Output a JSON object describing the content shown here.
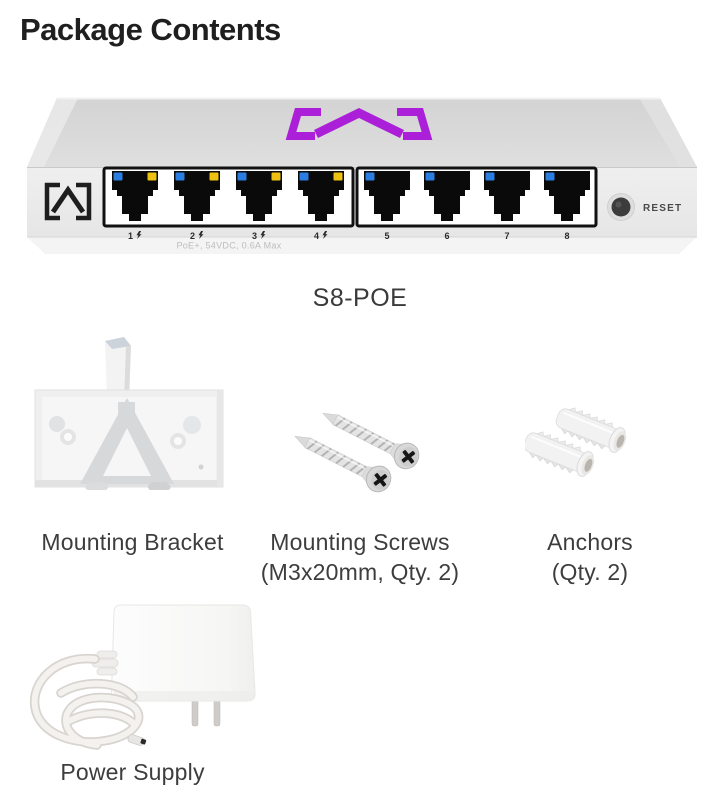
{
  "page": {
    "title": "Package Contents"
  },
  "device": {
    "caption": "S8-POE",
    "front_note": "PoE+, 54VDC, 0.6A Max",
    "reset_label": "RESET",
    "brand_logo": "alta-labs-bracket-caret",
    "port_groups": [
      {
        "name": "ports-1-4-poe",
        "ports": [
          {
            "label": "1",
            "poe": true
          },
          {
            "label": "2",
            "poe": true
          },
          {
            "label": "3",
            "poe": true
          },
          {
            "label": "4",
            "poe": true
          }
        ]
      },
      {
        "name": "ports-5-8",
        "ports": [
          {
            "label": "5",
            "poe": false
          },
          {
            "label": "6",
            "poe": false
          },
          {
            "label": "7",
            "poe": false
          },
          {
            "label": "8",
            "poe": false
          }
        ]
      }
    ],
    "colors": {
      "brand_purple": "#ab1fd8",
      "led_blue": "#2b7de0",
      "led_poe_yellow": "#eec111",
      "chassis_gray": "#e9e9e9"
    }
  },
  "items": [
    {
      "id": "mounting-bracket",
      "label_line1": "Mounting Bracket",
      "label_line2": ""
    },
    {
      "id": "mounting-screws",
      "label_line1": "Mounting Screws",
      "label_line2": "(M3x20mm, Qty. 2)"
    },
    {
      "id": "anchors",
      "label_line1": "Anchors",
      "label_line2": "(Qty. 2)"
    },
    {
      "id": "power-supply",
      "label_line1": "Power Supply",
      "label_line2": ""
    }
  ]
}
